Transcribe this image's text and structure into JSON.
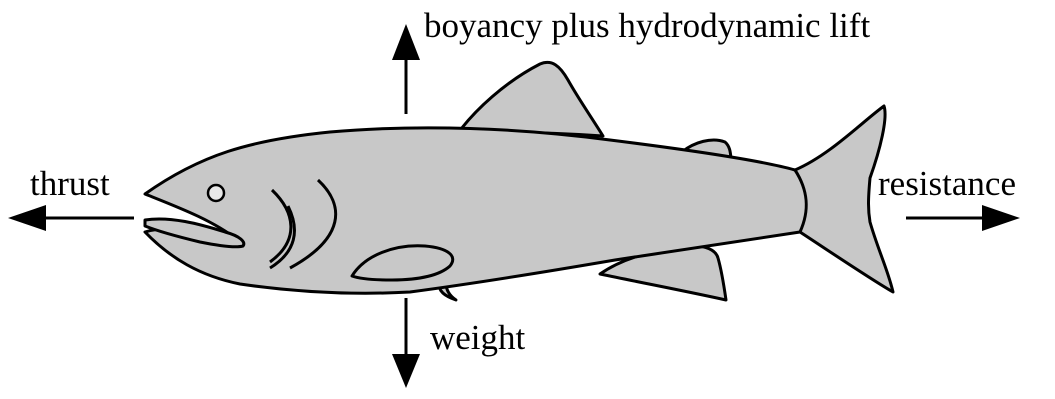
{
  "labels": {
    "up": "boyancy plus hydrodynamic lift",
    "left": "thrust",
    "right": "resistance",
    "down": "weight"
  },
  "colors": {
    "fish_fill": "#c8c8c8",
    "stroke": "#000000",
    "background": "#ffffff"
  }
}
